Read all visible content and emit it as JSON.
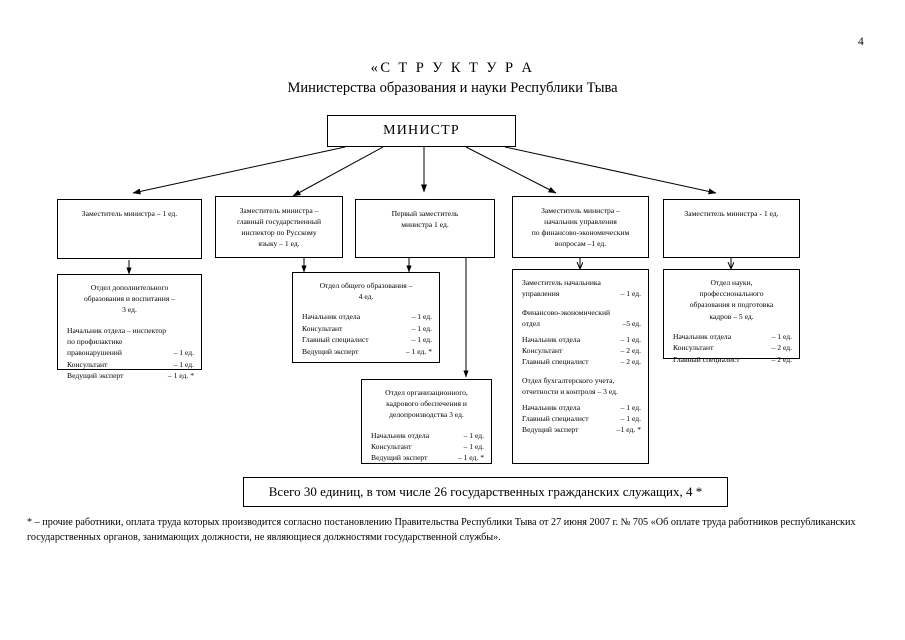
{
  "page": {
    "number": "4",
    "title_line1": "«С Т Р У К Т У Р А",
    "title_line2": "Министерства образования и науки Республики Тыва"
  },
  "root": {
    "label": "МИНИСТР"
  },
  "level1": [
    {
      "id": "deputy-1",
      "text": "Заместитель министра – 1 ед."
    },
    {
      "id": "deputy-russian",
      "text": "Заместитель министра –\nглавный государственный\nинспектор по Русскому\nязыку – 1 ед."
    },
    {
      "id": "first-deputy",
      "text": "Первый заместитель\nминистра   1 ед."
    },
    {
      "id": "deputy-finance",
      "text": "Заместитель министра –\nначальник управления\nпо финансово-экономическим\nвопросам –1 ед."
    },
    {
      "id": "deputy-2",
      "text": "Заместитель министра - 1 ед."
    }
  ],
  "level2": [
    {
      "id": "dept-additional-education",
      "title": "Отдел дополнительного\nобразования и воспитания –\n3 ед.",
      "free_lines": [
        "Начальник отдела – инспектор",
        "по профилактике"
      ],
      "rows": [
        {
          "label": "правонарушений",
          "value": "– 1 ед."
        },
        {
          "label": "Консультант",
          "value": "– 1 ед."
        },
        {
          "label": "Ведущий эксперт",
          "value": "– 1 ед. *"
        }
      ]
    },
    {
      "id": "dept-general-education",
      "title": "Отдел общего образования –\n4 ед.",
      "rows": [
        {
          "label": "Начальник отдела",
          "value": "– 1 ед."
        },
        {
          "label": "Консультант",
          "value": "– 1 ед."
        },
        {
          "label": "Главный специалист",
          "value": "– 1 ед."
        },
        {
          "label": "Ведущий эксперт",
          "value": "– 1 ед. *"
        }
      ]
    },
    {
      "id": "dept-organizational-hr",
      "title": "Отдел организационного,\nкадрового обеспечения и\nделопроизводства   3 ед.",
      "rows": [
        {
          "label": "Начальник отдела",
          "value": "– 1 ед."
        },
        {
          "label": "Консультант",
          "value": "– 1 ед."
        },
        {
          "label": "Ведущий эксперт",
          "value": "– 1 ед. *"
        }
      ]
    },
    {
      "id": "dept-finance-management",
      "groups": [
        {
          "heading_label": "Заместитель начальника",
          "heading_label2": "управления",
          "heading_value": "– 1 ед.",
          "rows": []
        },
        {
          "heading_label": "Финансово-экономический",
          "heading_label2": "отдел",
          "heading_value": "–5 ед.",
          "rows": [
            {
              "label": "Начальник отдела",
              "value": "– 1 ед."
            },
            {
              "label": "Консультант",
              "value": "– 2 ед."
            },
            {
              "label": "Главный специалист",
              "value": "– 2 ед."
            }
          ]
        },
        {
          "heading_label": "Отдел бухгалтерского учета,",
          "heading_label2": "отчетности и контроля – 3 ед.",
          "heading_value": "",
          "rows": [
            {
              "label": "Начальник отдела",
              "value": "– 1 ед."
            },
            {
              "label": "Главный специалист",
              "value": "– 1 ед."
            },
            {
              "label": "Ведущий эксперт",
              "value": "–1 ед. *"
            }
          ]
        }
      ]
    },
    {
      "id": "dept-science-vocational",
      "title": "Отдел науки,\nпрофессионального\nобразования и подготовка\nкадров – 5 ед.",
      "rows": [
        {
          "label": "Начальник отдела",
          "value": "– 1 ед."
        },
        {
          "label": "Консультант",
          "value": "– 2 ед."
        },
        {
          "label": "Главный специалист",
          "value": "– 2 ед."
        }
      ]
    }
  ],
  "total": {
    "text": "Всего 30 единиц, в том числе 26 государственных гражданских служащих, 4 *"
  },
  "footnote": {
    "text": "* – прочие работники, оплата труда которых производится согласно постановлению Правительства Республики Тыва от 27 июня 2007 г. № 705 «Об оплате труда работников республиканских государственных органов, занимающих должности, не являющиеся должностями государственной службы»."
  },
  "colors": {
    "ink": "#000000",
    "paper": "#ffffff"
  }
}
